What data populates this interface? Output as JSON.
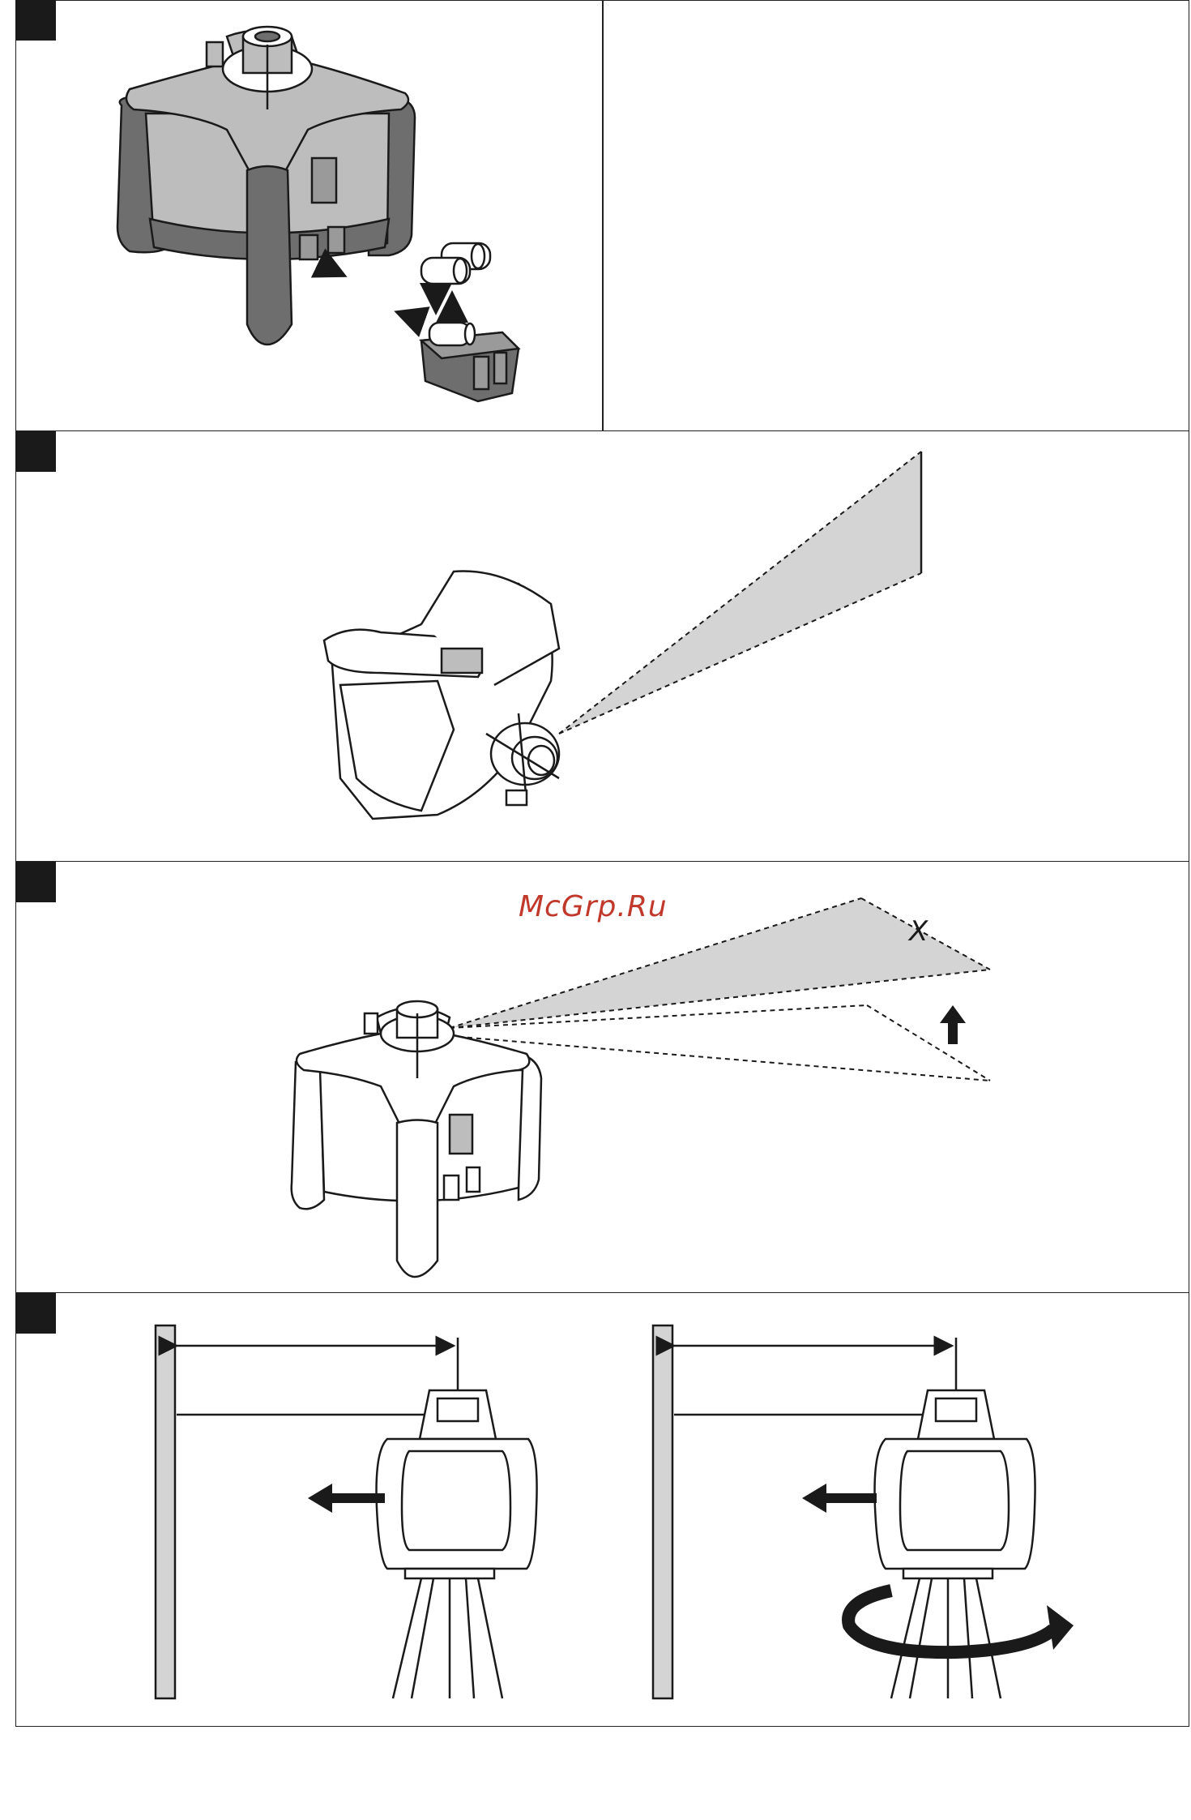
{
  "figures": [
    {
      "id": "fig1",
      "content": "battery-replacement"
    },
    {
      "id": "fig2",
      "content": "laser-vertical-beam"
    },
    {
      "id": "fig3",
      "content": "laser-beam-tilt-adjust"
    },
    {
      "id": "fig4",
      "content": "tripod-distance-check"
    }
  ],
  "watermark": {
    "text": "McGrp.Ru"
  },
  "marks": {
    "angle_label": "X"
  },
  "colors": {
    "line": "#1a1a1a",
    "shade_dark": "#6e6e6e",
    "shade_light": "#bdbdbd",
    "beam": "#d4d4d4",
    "watermark": "#c0392b"
  }
}
